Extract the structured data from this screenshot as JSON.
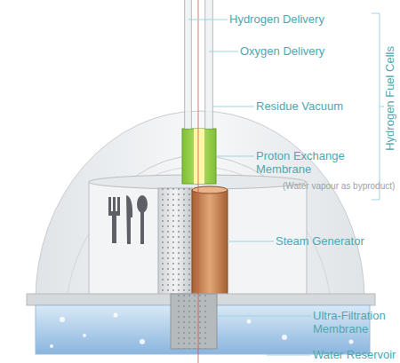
{
  "diagram": {
    "labels": [
      "Hydrogen Delivery",
      "Oxygen Delivery",
      "Hydrogen Fuel Cells",
      "Residue Vacuum",
      "Proton Exchange Membrane",
      "(Water vapour as byproduct)",
      "Steam Generator",
      "Ultra-Filtration Membrane",
      "Water Reservoir"
    ]
  }
}
